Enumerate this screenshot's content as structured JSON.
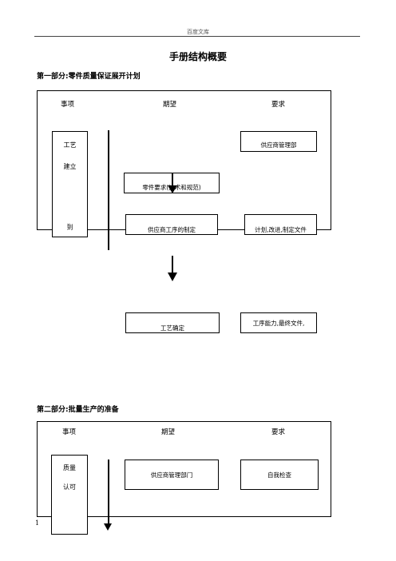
{
  "header": {
    "text": "百度文库"
  },
  "title": "手册结构概要",
  "part1": {
    "heading": "第一部分:零件质量保证展开计划",
    "columns": [
      "事项",
      "期望",
      "要求"
    ],
    "left_box": {
      "line1": "工艺",
      "line2": "建立",
      "line3": "到"
    },
    "boxes": {
      "supplier_mgmt": "供应商管理部",
      "parts_req": "零件要求(技术和规范)",
      "supplier_process": "供应商工序的制定",
      "plan_improve": "计划,改进,制定文件",
      "process_confirm": "工艺确定",
      "process_capability": "工序能力,最终文件,"
    }
  },
  "part2": {
    "heading": "第二部分:批量生产的准备",
    "columns": [
      "事项",
      "期望",
      "要求"
    ],
    "left_box": {
      "line1": "质量",
      "line2": "认可"
    },
    "boxes": {
      "supplier_mgmt": "供应商管理部门",
      "self_check": "自我检查"
    }
  },
  "footer": {
    "page_number": "1"
  }
}
